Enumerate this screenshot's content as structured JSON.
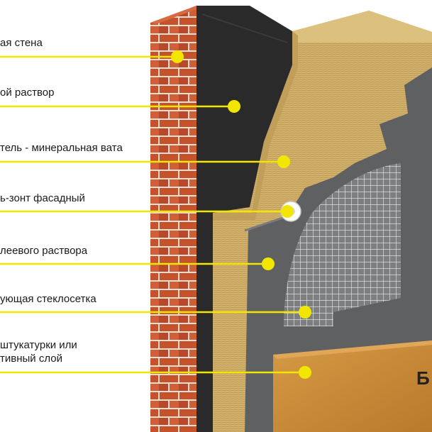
{
  "diagram": {
    "layers": [
      {
        "id": "brick",
        "lines": [
          "ая стена"
        ]
      },
      {
        "id": "adhesive",
        "lines": [
          "ой раствор"
        ]
      },
      {
        "id": "insulation",
        "lines": [
          "тель - минеральная вата"
        ]
      },
      {
        "id": "dowel",
        "lines": [
          "ь-зонт фасадный"
        ]
      },
      {
        "id": "base-mortar",
        "lines": [
          "леевого раствора"
        ]
      },
      {
        "id": "mesh",
        "lines": [
          "ующая стеклосетка"
        ]
      },
      {
        "id": "finish",
        "lines": [
          "штукатурки или",
          "тивный слой"
        ]
      }
    ],
    "brand_text": "Б"
  },
  "colors": {
    "leader": "#f2e600",
    "brick": "#c4532c",
    "mortar": "#eadfd2",
    "adhesive": "#2a2a2a",
    "wool": "#d1b16c",
    "base_coat": "#5f6061",
    "finish": "#c78a38"
  }
}
